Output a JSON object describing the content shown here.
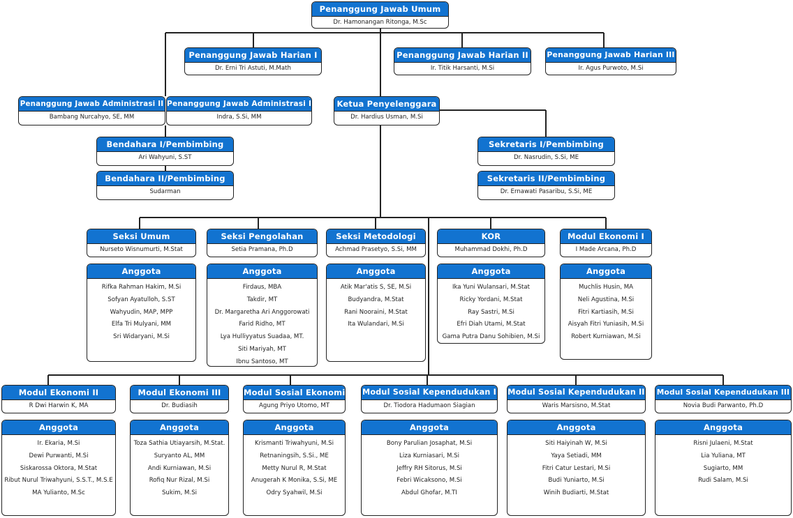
{
  "top": {
    "title": "Penanggung Jawab Umum",
    "name": "Dr. Hamonangan Ritonga, M.Sc"
  },
  "pjh1": {
    "title": "Penanggung Jawab Harian I",
    "name": "Dr. Erni Tri Astuti, M.Math"
  },
  "pjh2": {
    "title": "Penanggung Jawab Harian II",
    "name": "Ir. Titik Harsanti, M.Si"
  },
  "pjh3": {
    "title": "Penanggung Jawab Harian III",
    "name": "Ir. Agus Purwoto, M.Si"
  },
  "pja2": {
    "title": "Penanggung Jawab Administrasi II",
    "name": "Bambang Nurcahyo, SE, MM"
  },
  "pja1": {
    "title": "Penanggung Jawab Administrasi I",
    "name": "Indra, S.Si, MM"
  },
  "ketua": {
    "title": "Ketua Penyelenggara",
    "name": "Dr. Hardius Usman, M.Si"
  },
  "bend1": {
    "title": "Bendahara I/Pembimbing",
    "name": "Ari Wahyuni, S.ST"
  },
  "bend2": {
    "title": "Bendahara II/Pembimbing",
    "name": "Sudarman"
  },
  "sek1": {
    "title": "Sekretaris I/Pembimbing",
    "name": "Dr. Nasrudin, S.Si, ME"
  },
  "sek2": {
    "title": "Sekretaris II/Pembimbing",
    "name": "Dr. Ernawati Pasaribu, S.Si, ME"
  },
  "anggota_label": "Anggota",
  "units": [
    {
      "title": "Seksi Umum",
      "head": "Nurseto Wisnumurti, M.Stat",
      "members": [
        "Rifka Rahman Hakim, M.Si",
        "Sofyan Ayatulloh, S.ST",
        "Wahyudin, MAP, MPP",
        "Elfa Tri Mulyani, MM",
        "Sri Widaryani, M.Si"
      ]
    },
    {
      "title": "Seksi Pengolahan",
      "head": "Setia Pramana, Ph.D",
      "members": [
        "Firdaus, MBA",
        "Takdir, MT",
        "Dr. Margaretha Ari Anggorowati",
        "Farid Ridho, MT",
        "Lya Hulliyyatus Suadaa, MT.",
        "Siti Mariyah, MT",
        "Ibnu Santoso, MT"
      ]
    },
    {
      "title": "Seksi Metodologi",
      "head": "Achmad Prasetyo, S.Si, MM",
      "members": [
        "Atik Mar'atis S, SE, M.Si",
        "Budyandra, M.Stat",
        "Rani Nooraini, M.Stat",
        "Ita Wulandari, M.Si"
      ]
    },
    {
      "title": "KOR",
      "head": "Muhammad Dokhi, Ph.D",
      "members": [
        "Ika Yuni Wulansari, M.Stat",
        "Ricky Yordani, M.Stat",
        "Ray Sastri, M.Si",
        "Efri Diah Utami, M.Stat",
        "Gama Putra Danu Sohibien, M.Si"
      ]
    },
    {
      "title": "Modul Ekonomi I",
      "head": "I Made Arcana, Ph.D",
      "members": [
        "Muchlis Husin, MA",
        "Neli Agustina, M.Si",
        "Fitri Kartiasih, M.Si",
        "Aisyah Fitri Yuniasih, M.Si",
        "Robert Kurniawan, M.Si"
      ]
    },
    {
      "title": "Modul Ekonomi II",
      "head": "R Dwi Harwin K, MA",
      "members": [
        "Ir. Ekaria, M.Si",
        "Dewi Purwanti, M.Si",
        "Siskarossa Oktora, M.Stat",
        "Ribut Nurul Triwahyuni, S.S.T., M.S.E",
        "MA Yulianto, M.Sc"
      ]
    },
    {
      "title": "Modul Ekonomi III",
      "head": "Dr. Budiasih",
      "members": [
        "Toza Sathia Utiayarsih, M.Stat.",
        "Suryanto AL, MM",
        "Andi Kurniawan, M.Si",
        "Rofiq Nur Rizal, M.Si",
        "Sukim, M.Si"
      ]
    },
    {
      "title": "Modul Sosial Ekonomi",
      "head": "Agung Priyo Utomo, MT",
      "members": [
        "Krismanti Triwahyuni, M.Si",
        "Retnaningsih, S.Si., ME",
        "Metty Nurul R, M.Stat",
        "Anugerah K Monika, S.Si, ME",
        "Odry Syahwil, M.Si"
      ]
    },
    {
      "title": "Modul Sosial Kependudukan I",
      "head": "Dr. Tiodora Hadumaon Siagian",
      "members": [
        "Bony Parulian Josaphat, M.Si",
        "Liza Kurniasari, M.Si",
        "Jeffry RH Sitorus, M.Si",
        "Febri Wicaksono, M.Si",
        "Abdul Ghofar, M.TI"
      ]
    },
    {
      "title": "Modul Sosial Kependudukan II",
      "head": "Waris Marsisno, M.Stat",
      "members": [
        "Siti Haiyinah W, M.Si",
        "Yaya Setiadi, MM",
        "Fitri Catur Lestari, M.Si",
        "Budi Yuniarto, M.Si",
        "Winih Budiarti, M.Stat"
      ]
    },
    {
      "title": "Modul Sosial Kependudukan III",
      "head": "Novia Budi Parwanto, Ph.D",
      "members": [
        "Risni Julaeni, M.Stat",
        "Lia Yuliana, MT",
        "Sugiarto, MM",
        "Rudi Salam, M.Si"
      ]
    }
  ]
}
